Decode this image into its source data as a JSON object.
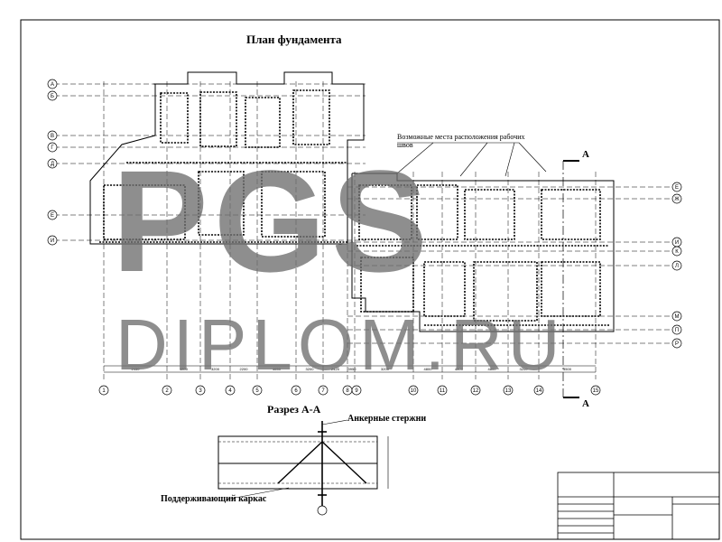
{
  "titles": {
    "plan": "План фундамента",
    "section": "Разрез А-А"
  },
  "notes": {
    "piles": "Возможные места расположения рабочих",
    "piles_line2": "швов",
    "anchor": "Анкерные стержни",
    "frame": "Поддерживающий каркас"
  },
  "section_mark": "А",
  "watermark": {
    "logo": "PGS",
    "site": "DIPLOM.RU"
  },
  "axes": {
    "bottom": [
      "1",
      "2",
      "3",
      "4",
      "5",
      "6",
      "7",
      "8",
      "9",
      "10",
      "11",
      "12",
      "13",
      "14",
      "15"
    ],
    "left": [
      "А",
      "Б",
      "В",
      "Г",
      "Д",
      "Е",
      "И"
    ],
    "right": [
      "Е",
      "Ж",
      "И",
      "К",
      "Л",
      "М",
      "П",
      "Р"
    ]
  },
  "dimensions": [
    "2430",
    "4800",
    "3200",
    "2200",
    "4650",
    "3200",
    "2420",
    "3950",
    "3200",
    "4800",
    "4800",
    "4800",
    "3200",
    "3500"
  ],
  "colors": {
    "line": "#000000",
    "watermark": "#6e6e6e"
  }
}
